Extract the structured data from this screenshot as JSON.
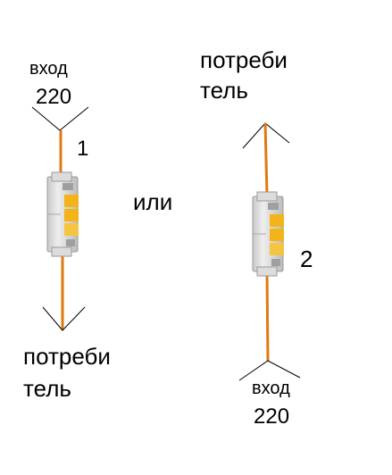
{
  "left": {
    "input_word": "вход",
    "input_voltage": "220",
    "breaker_number": "1",
    "load_line1": "потреби",
    "load_line2": "тель"
  },
  "middle": {
    "or_word": "или"
  },
  "right": {
    "load_line1": "потреби",
    "load_line2": "тель",
    "breaker_number": "2",
    "input_word": "вход",
    "input_voltage": "220"
  },
  "colors": {
    "wire": "#e07a10",
    "breaker_body": "#e6e6e6",
    "breaker_window": "#f2b418"
  }
}
